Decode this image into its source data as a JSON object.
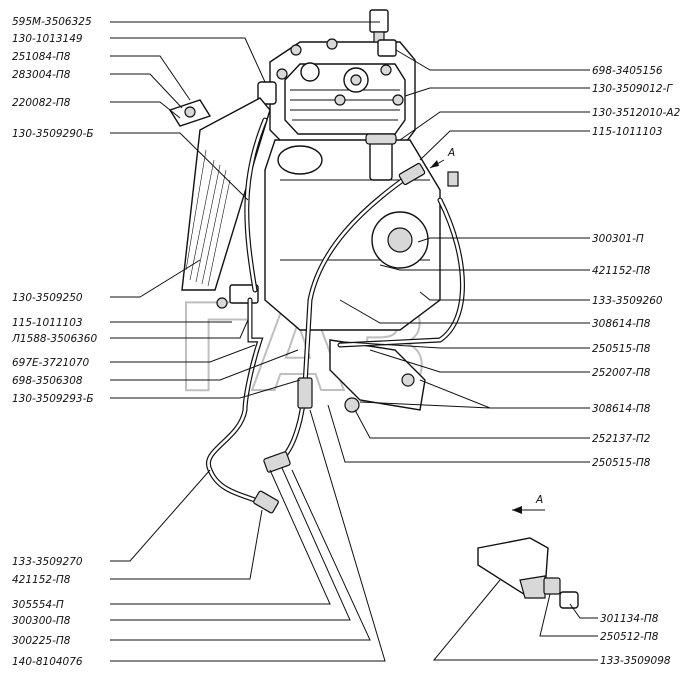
{
  "arrow_label": "A",
  "labels_left": [
    "595М-3506325",
    "130-1013149",
    "251084-П8",
    "283004-П8",
    "220082-П8",
    "130-3509290-Б",
    "130-3509250",
    "115-1011103",
    "Л1588-3506360",
    "697Е-3721070",
    "698-3506308",
    "130-3509293-Б",
    "133-3509270",
    "421152-П8",
    "305554-П",
    "300300-П8",
    "300225-П8",
    "140-8104076"
  ],
  "labels_right": [
    "698-3405156",
    "130-3509012-Г",
    "130-3512010-А2",
    "115-1011103",
    "300301-П",
    "421152-П8",
    "133-3509260",
    "308614-П8",
    "250515-П8",
    "252007-П8",
    "308614-П8",
    "252137-П2",
    "250515-П8",
    "301134-П8",
    "250512-П8",
    "133-3509098"
  ]
}
